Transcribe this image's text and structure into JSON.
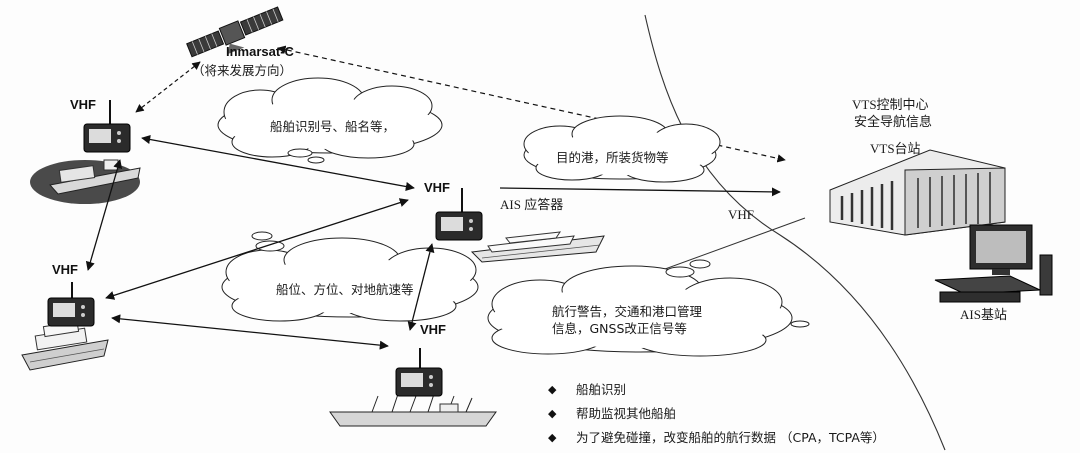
{
  "satellite": {
    "name": "Inmarsat-C",
    "note": "（将来发展方向）"
  },
  "vhf_label": "VHF",
  "clouds": {
    "ship_id": "船舶识别号、船名等，",
    "destination": "目的港，所装货物等",
    "position": "船位、方位、对地航速等",
    "warning_line1": "航行警告，交通和港口管理",
    "warning_line2": "信息，GNSS改正信号等"
  },
  "transponder_label": "AIS 应答器",
  "shore": {
    "vts_center_line1": "VTS控制中心",
    "vts_center_line2": "安全导航信息",
    "vts_station": "VTS台站",
    "vhf_link": "VHF",
    "ais_base": "AIS基站"
  },
  "functions": [
    "船舶识别",
    "帮助监视其他船舶",
    "为了避免碰撞，改变船舶的航行数据 （CPA，TCPA等）"
  ],
  "bullet_symbol": "◆"
}
